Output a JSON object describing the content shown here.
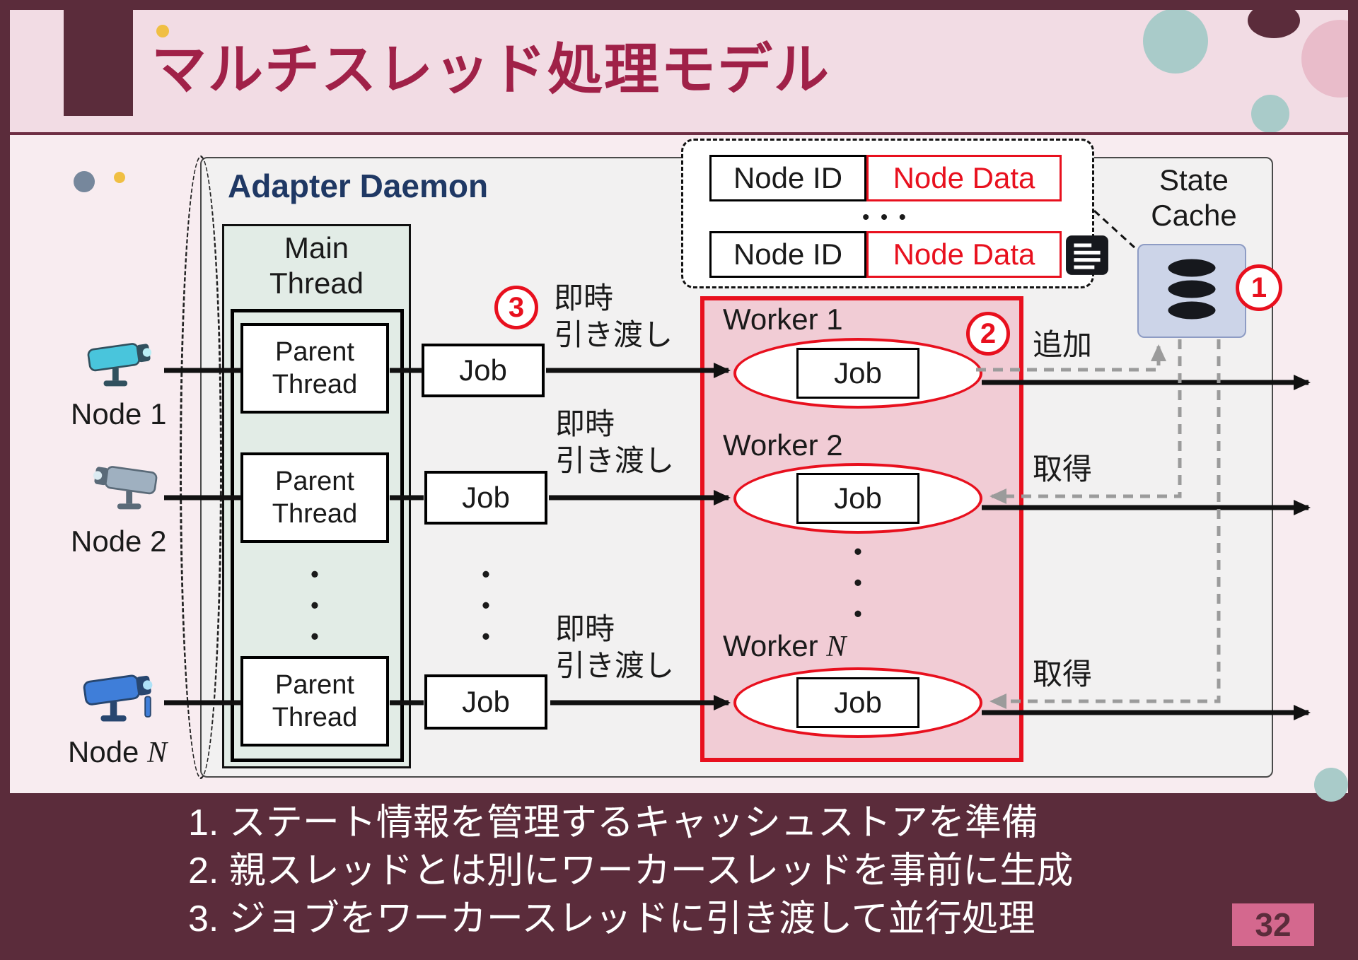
{
  "slide": {
    "title": "マルチスレッド処理モデル",
    "page_number": "32"
  },
  "colors": {
    "maroon": "#5b2c3b",
    "title_red": "#a02148",
    "accent_red": "#e8101e",
    "daemon_blue": "#1f3864",
    "worker_bg": "#f1ccd5",
    "main_thread_bg": "#e2ece6",
    "cache_bg": "#ccd4e8",
    "dashed_gray": "#9b9b9b"
  },
  "daemon": {
    "label": "Adapter Daemon"
  },
  "callout": {
    "rows": [
      {
        "node_id": "Node ID",
        "node_data": "Node Data"
      },
      {
        "node_id": "Node ID",
        "node_data": "Node Data"
      }
    ],
    "dots": "•••"
  },
  "state_cache": {
    "label": "State\nCache",
    "badge": "1"
  },
  "nodes": [
    {
      "label": "Node 1"
    },
    {
      "label": "Node 2"
    },
    {
      "label_prefix": "Node ",
      "label_n": "N"
    }
  ],
  "main_thread": {
    "title": "Main\nThread",
    "parents": [
      "Parent\nThread",
      "Parent\nThread",
      "Parent\nThread"
    ],
    "dots": "•\n•\n•"
  },
  "jobs": {
    "label": "Job",
    "dots": "•\n•\n•"
  },
  "handoff": {
    "badge": "3",
    "label": "即時\n引き渡し"
  },
  "workers": {
    "badge": "2",
    "items": [
      {
        "label": "Worker 1",
        "job": "Job"
      },
      {
        "label": "Worker 2",
        "job": "Job"
      },
      {
        "label_prefix": "Worker ",
        "label_n": "N",
        "job": "Job"
      }
    ],
    "dots": "•\n•\n•"
  },
  "cache_ops": {
    "add": "追加",
    "get": "取得"
  },
  "steps": [
    "1. ステート情報を管理するキャッシュストアを準備",
    "2. 親スレッドとは別にワーカースレッドを事前に生成",
    "3. ジョブをワーカースレッドに引き渡して並行処理"
  ]
}
